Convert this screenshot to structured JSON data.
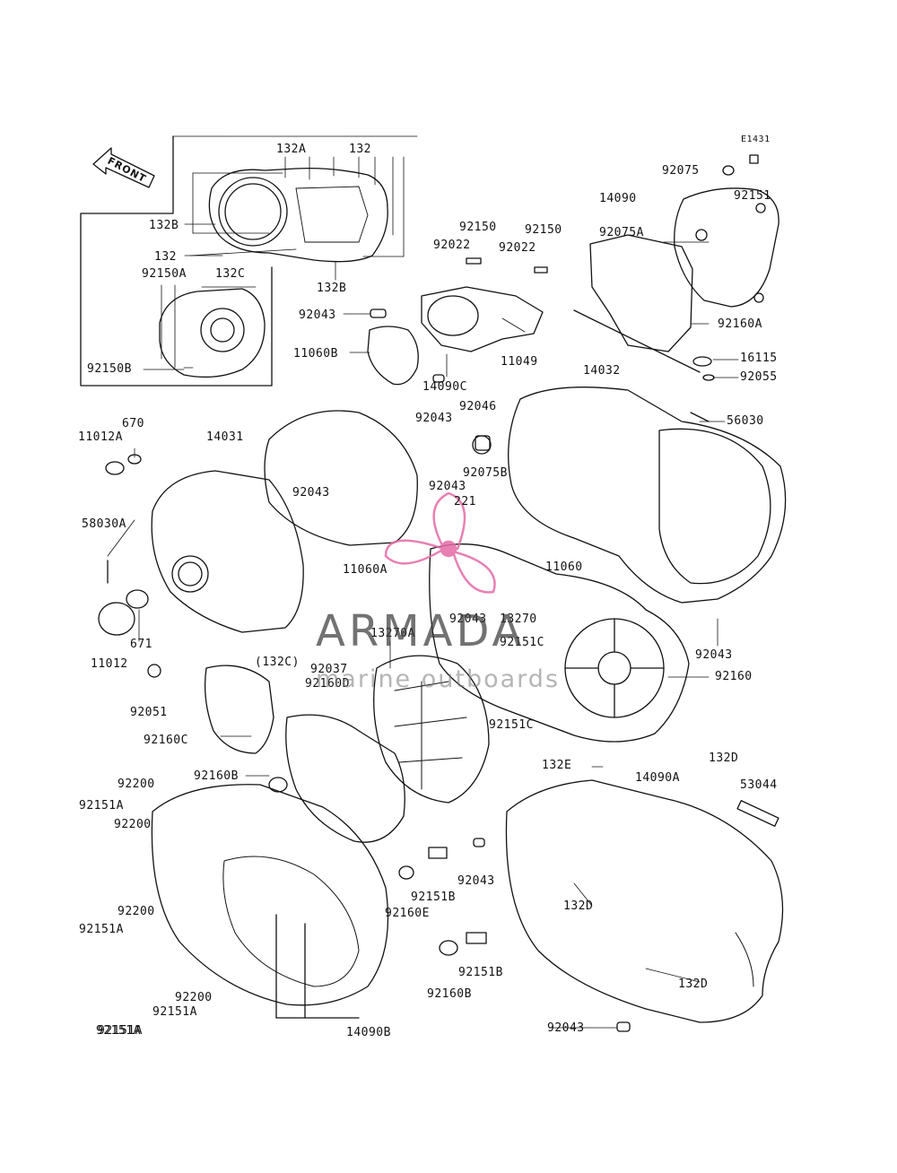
{
  "diagram_code": "E1431",
  "front_label": "FRONT",
  "watermark": {
    "name": "ARMADA",
    "subtitle": "marine outboards",
    "accent": "#e46aa6"
  },
  "colors": {
    "line": "#111111",
    "background": "#ffffff"
  },
  "labels": [
    "132A",
    "132",
    "132B",
    "132",
    "132B",
    "92150A",
    "132C",
    "92150B",
    "92150",
    "92150",
    "92022",
    "92022",
    "92043",
    "11049",
    "11060B",
    "14090C",
    "92043",
    "92046",
    "92075",
    "92151",
    "14090",
    "92075A",
    "92160A",
    "16115",
    "92055",
    "14032",
    "56030",
    "670",
    "11012A",
    "14031",
    "58030A",
    "92043",
    "92043",
    "92075B",
    "221",
    "11060A",
    "11060",
    "671",
    "11012",
    "92043",
    "13270",
    "13270A",
    "92151C",
    "92051",
    "(132C)",
    "92037",
    "92160D",
    "92043",
    "92160",
    "92151C",
    "92160C",
    "132E",
    "14090A",
    "132D",
    "53044",
    "92200",
    "92151A",
    "92160B",
    "92200",
    "92151A",
    "92043",
    "132D",
    "92151B",
    "92160E",
    "92200",
    "92151A",
    "92151B",
    "92160B",
    "92200",
    "92151A",
    "132D",
    "92151A",
    "14090B",
    "92043"
  ]
}
